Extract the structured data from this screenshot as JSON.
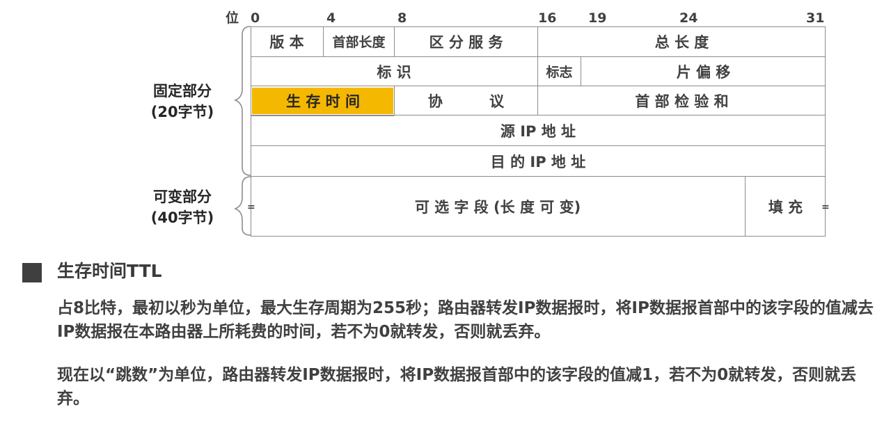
{
  "header": {
    "bit_word": "位",
    "bits": [
      "0",
      "4",
      "8",
      "16",
      "19",
      "24",
      "31"
    ]
  },
  "rows": {
    "version": "版 本",
    "header_length": "首部长度",
    "diff_services": "区 分 服 务",
    "total_length": "总 长 度",
    "identification": "标 识",
    "flags": "标志",
    "fragment_offset": "片 偏 移",
    "ttl": "生 存 时 间",
    "protocol": "协 议",
    "header_checksum": "首 部 检 验 和",
    "source_ip": "源 IP 地 址",
    "dest_ip": "目 的 IP 地 址",
    "options": "可 选 字 段 (长 度 可 变)",
    "padding": "填 充",
    "eq_mark": "="
  },
  "braces": {
    "fixed_line1": "固定部分",
    "fixed_line2": "(20字节)",
    "variable_line1": "可变部分",
    "variable_line2": "(40字节)"
  },
  "notes": {
    "heading": "生存时间TTL",
    "para1": "占8比特，最初以秒为单位，最大生存周期为255秒；路由器转发IP数据报时，将IP数据报首部中的该字段的值减去IP数据报在本路由器上所耗费的时间，若不为0就转发，否则就丢弃。",
    "para2": "现在以“跳数”为单位，路由器转发IP数据报时，将IP数据报首部中的该字段的值减1，若不为0就转发，否则就丢弃。"
  },
  "colors": {
    "highlight": "#f5b800",
    "text": "#404040",
    "lines": "#8c8c8c"
  }
}
